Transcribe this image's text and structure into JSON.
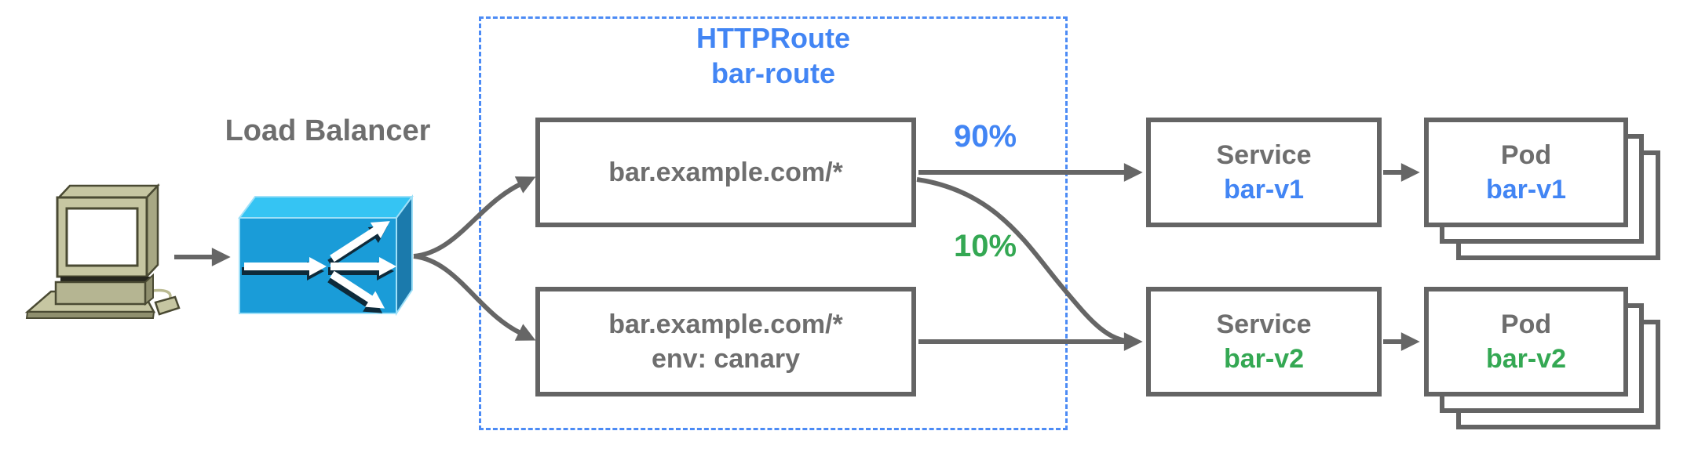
{
  "client": {
    "icon": "desktop-computer-icon"
  },
  "load_balancer": {
    "label": "Load Balancer",
    "icon": "load-balancer-cube-icon"
  },
  "http_route": {
    "kind": "HTTPRoute",
    "name": "bar-route",
    "rules": [
      {
        "host": "bar.example.com/*"
      },
      {
        "host": "bar.example.com/*",
        "header": "env: canary"
      }
    ],
    "weights": [
      {
        "label": "90%",
        "color": "#4285f4"
      },
      {
        "label": "10%",
        "color": "#34a853"
      }
    ]
  },
  "services": [
    {
      "kind": "Service",
      "name": "bar-v1",
      "accent": "#4285f4"
    },
    {
      "kind": "Service",
      "name": "bar-v2",
      "accent": "#34a853"
    }
  ],
  "pods": [
    {
      "kind": "Pod",
      "name": "bar-v1",
      "accent": "#4285f4"
    },
    {
      "kind": "Pod",
      "name": "bar-v2",
      "accent": "#34a853"
    }
  ],
  "palette": {
    "blue_text": "#4285f4",
    "green_text": "#34a853",
    "gray_text": "#6e6e6e",
    "box_border": "#646464",
    "connector": "#666666",
    "dashed_border": "#4c8bf5",
    "lb_front": "#1a9cd8",
    "lb_top": "#35c4f3",
    "lb_side": "#1b7aac",
    "computer_body": "#c6c6a2"
  }
}
